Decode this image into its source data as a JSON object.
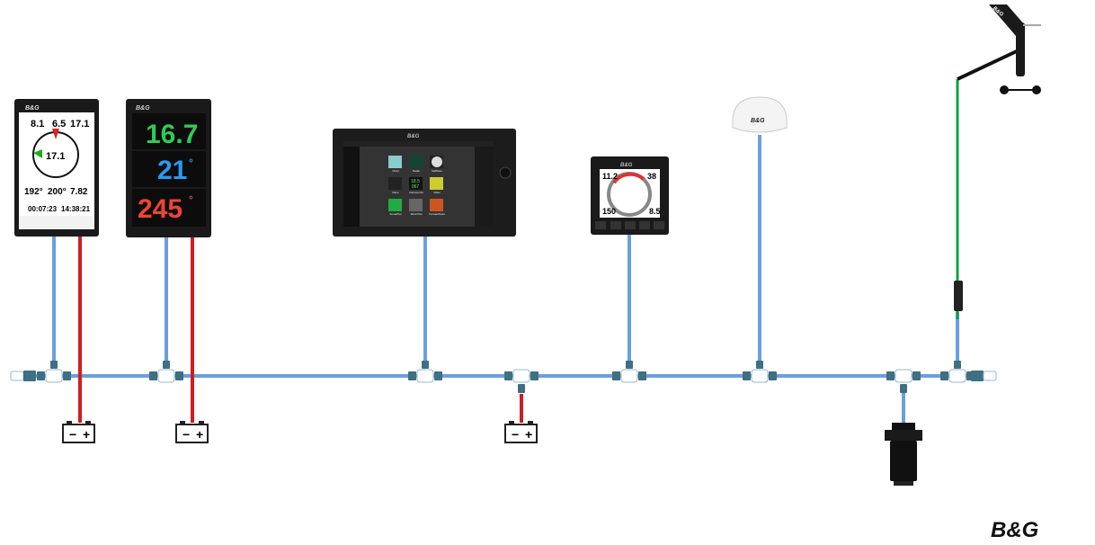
{
  "brand": "B&G",
  "colors": {
    "backbone": "#6a9fe0",
    "power": "#cc1f1f",
    "wind_cable": "#10a040",
    "device_body": "#1a1a1a"
  },
  "display1": {
    "logo": "B&G",
    "top_values": [
      "8.1",
      "6.5",
      "17.1"
    ],
    "center_value": "17.1",
    "mid_values": [
      "192°",
      "200°",
      "7.82"
    ],
    "bottom_values": [
      "00:07:23",
      "14:38:21"
    ]
  },
  "display2": {
    "logo": "B&G",
    "values": [
      "16.7",
      "21",
      "245"
    ],
    "units": [
      "°",
      "°"
    ]
  },
  "mfd": {
    "logo": "B&G",
    "tiles": [
      "Chart",
      "Radar",
      "SailSteer",
      "Race",
      "Instruments",
      "Video",
      "SonarPlot",
      "Wind Plot",
      "ForwardScan"
    ],
    "instrument_values": [
      "18.5",
      "067"
    ]
  },
  "triton": {
    "logo": "B&G",
    "values": [
      "11.2",
      "38",
      "150",
      "8.5"
    ]
  },
  "gps": {
    "logo": "B&G"
  },
  "wind_vane": {
    "logo": "B&G"
  },
  "battery": {
    "minus": "−",
    "plus": "+"
  },
  "footer_logo": "B&G"
}
